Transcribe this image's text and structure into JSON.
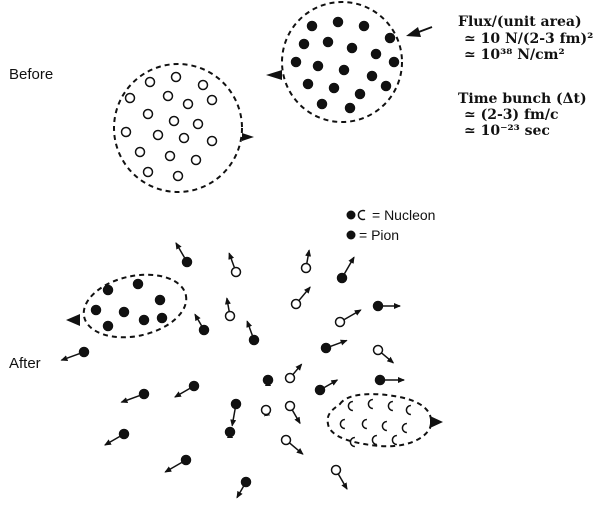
{
  "labels": {
    "before": "Before",
    "after": "After"
  },
  "annotations": {
    "flux_title": "Flux/(unit area)",
    "flux_line1": "≃ 10 N/(2-3 fm)²",
    "flux_line2": "≃ 10³⁸ N/cm²",
    "time_title": "Time bunch (Δt)",
    "time_line1": "≃ (2-3) fm/c",
    "time_line2": "≃ 10⁻²³ sec"
  },
  "legend": {
    "nucleon": "= Nucleon",
    "pion": "= Pion"
  },
  "colors": {
    "ink": "#111111",
    "background": "#ffffff"
  }
}
